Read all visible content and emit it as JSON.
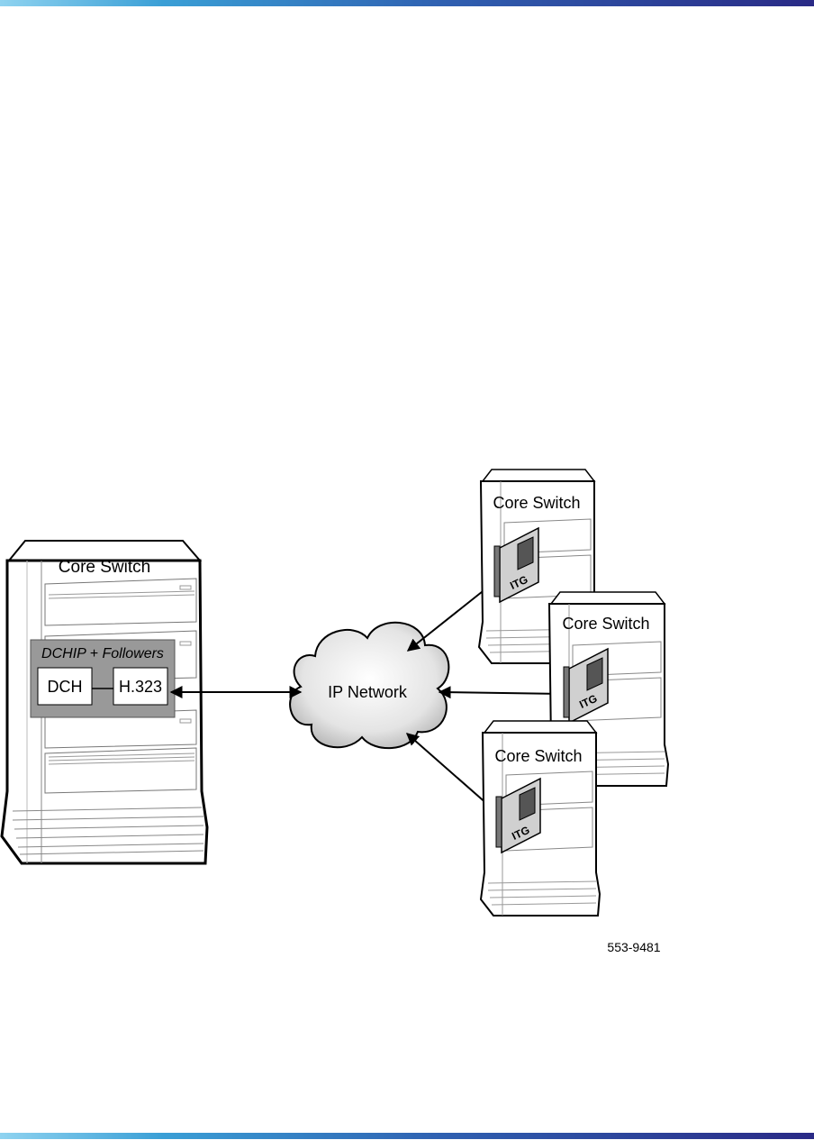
{
  "diagram": {
    "main_switch": {
      "label": "Core Switch",
      "group_label": "DCHIP + Followers",
      "dch_label": "DCH",
      "h323_label": "H.323"
    },
    "network_label": "IP Network",
    "remote_switches": [
      {
        "label": "Core Switch",
        "card_label": "ITG"
      },
      {
        "label": "Core Switch",
        "card_label": "ITG"
      },
      {
        "label": "Core Switch",
        "card_label": "ITG"
      }
    ],
    "figure_id": "553-9481"
  }
}
